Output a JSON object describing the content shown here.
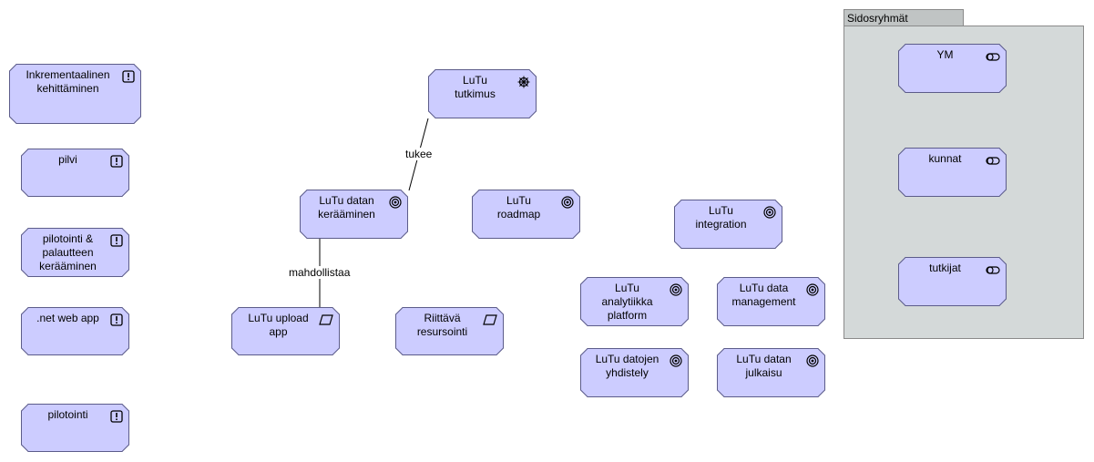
{
  "group": {
    "title": "Sidosryhmät"
  },
  "nodes": {
    "inkrementaalinen": {
      "label": "Inkrementaalinen\nkehittäminen",
      "icon": "requirement-icon"
    },
    "pilvi": {
      "label": "pilvi",
      "icon": "requirement-icon"
    },
    "pilotointi_palaute": {
      "label": "pilotointi &\npalautteen\nkerääminen",
      "icon": "requirement-icon"
    },
    "netwebapp": {
      "label": ".net web app",
      "icon": "requirement-icon"
    },
    "pilotointi": {
      "label": "pilotointi",
      "icon": "requirement-icon"
    },
    "lutu_tutkimus": {
      "label": "LuTu\ntutkimus",
      "icon": "driver-icon"
    },
    "lutu_keraaminen": {
      "label": "LuTu datan\nkerääminen",
      "icon": "goal-icon"
    },
    "lutu_roadmap": {
      "label": "LuTu\nroadmap",
      "icon": "goal-icon"
    },
    "lutu_integration": {
      "label": "LuTu\nintegration",
      "icon": "goal-icon"
    },
    "lutu_upload": {
      "label": "LuTu upload\napp",
      "icon": "deliverable-icon"
    },
    "riittava": {
      "label": "Riittävä\nresursointi",
      "icon": "deliverable-icon"
    },
    "lutu_analytiikka": {
      "label": "LuTu\nanalytiikka\nplatform",
      "icon": "goal-icon"
    },
    "lutu_management": {
      "label": "LuTu data\nmanagement",
      "icon": "goal-icon"
    },
    "lutu_yhdistely": {
      "label": "LuTu datojen\nyhdistely",
      "icon": "goal-icon"
    },
    "lutu_julkaisu": {
      "label": "LuTu datan\njulkaisu",
      "icon": "goal-icon"
    },
    "ym": {
      "label": "YM",
      "icon": "stakeholder-icon"
    },
    "kunnat": {
      "label": "kunnat",
      "icon": "stakeholder-icon"
    },
    "tutkijat": {
      "label": "tutkijat",
      "icon": "stakeholder-icon"
    }
  },
  "relations": {
    "tukee": "tukee",
    "mahdollistaa": "mahdollistaa"
  }
}
